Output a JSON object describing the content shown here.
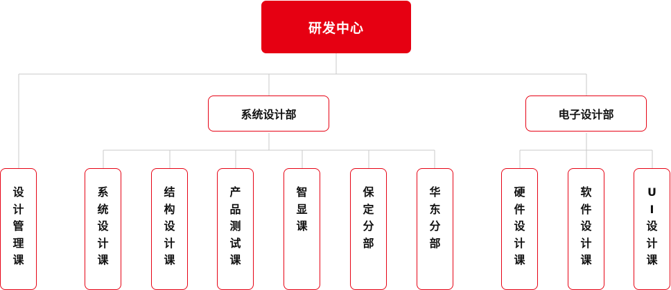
{
  "org": {
    "root": "研发中心",
    "departments": [
      {
        "label": "系统设计部"
      },
      {
        "label": "电子设计部"
      }
    ],
    "sections": [
      {
        "label": "设\n计\n管\n理\n课"
      },
      {
        "label": "系\n统\n设\n计\n课"
      },
      {
        "label": "结\n构\n设\n计\n课"
      },
      {
        "label": "产\n品\n测\n试\n课"
      },
      {
        "label": "智\n显\n课"
      },
      {
        "label": "保\n定\n分\n部"
      },
      {
        "label": "华\n东\n分\n部"
      },
      {
        "label": "硬\n件\n设\n计\n课"
      },
      {
        "label": "软\n件\n设\n计\n课"
      },
      {
        "label": "U\nI\n设\n计\n课"
      }
    ]
  },
  "colors": {
    "accent": "#e60012",
    "connector": "#c9c9c9",
    "text": "#111111"
  }
}
